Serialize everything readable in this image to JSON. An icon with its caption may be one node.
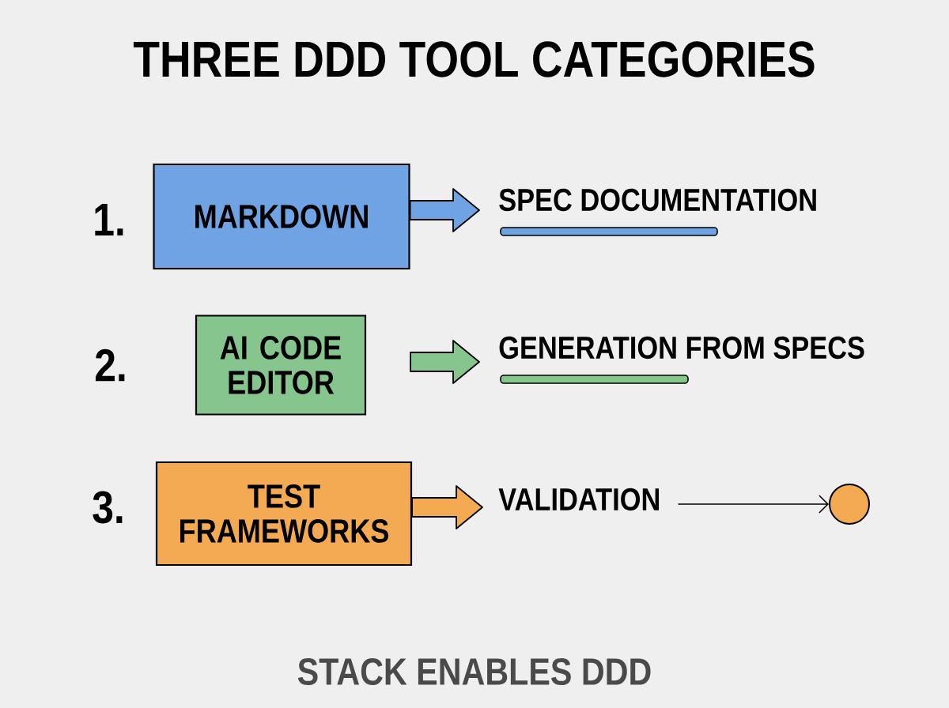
{
  "diagram": {
    "title": "THREE DDD TOOL CATEGORIES",
    "caption": "STACK ENABLES DDD",
    "nodes": [
      {
        "text": [
          "MARKDOWN"
        ]
      },
      {
        "text": [
          "SPEC DOCUMENTATION"
        ]
      },
      {
        "text": [
          "AI CODE EDITOR"
        ]
      },
      {
        "text": [
          "GENERATION FROM SPECS"
        ]
      },
      {
        "text": [
          "TEST FRAMEWORKS"
        ]
      },
      {
        "text": [
          "VALIDATION"
        ]
      },
      {
        "text": [],
        "shape": "circle"
      }
    ],
    "edges": [
      {
        "from": 0,
        "to": 1,
        "arrow": "to",
        "style": "thick",
        "color": "#6fa3e3"
      },
      {
        "from": 2,
        "to": 3,
        "arrow": "to",
        "style": "thick",
        "color": "#86c68e"
      },
      {
        "from": 4,
        "to": 5,
        "arrow": "to",
        "style": "thick",
        "color": "#f4aa52"
      },
      {
        "from": 5,
        "to": 6,
        "arrow": "to"
      }
    ],
    "labels": [
      "1.",
      "2.",
      "3."
    ]
  }
}
